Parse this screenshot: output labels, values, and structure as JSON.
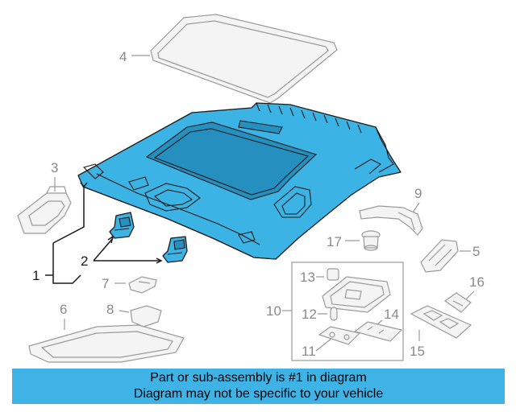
{
  "callouts": {
    "n1": "1",
    "n2": "2",
    "n3": "3",
    "n4": "4",
    "n5": "5",
    "n6": "6",
    "n7": "7",
    "n8": "8",
    "n9": "9",
    "n10": "10",
    "n11": "11",
    "n12": "12",
    "n13": "13",
    "n14": "14",
    "n15": "15",
    "n16": "16",
    "n17": "17"
  },
  "banner": {
    "line1": "Part or sub-assembly is #1 in diagram",
    "line2": "Diagram may not be specific to your vehicle"
  },
  "colors": {
    "highlight": "#3bb3e4",
    "banner": "#3fb3e6",
    "ghost_line": "#9a9a9a"
  }
}
